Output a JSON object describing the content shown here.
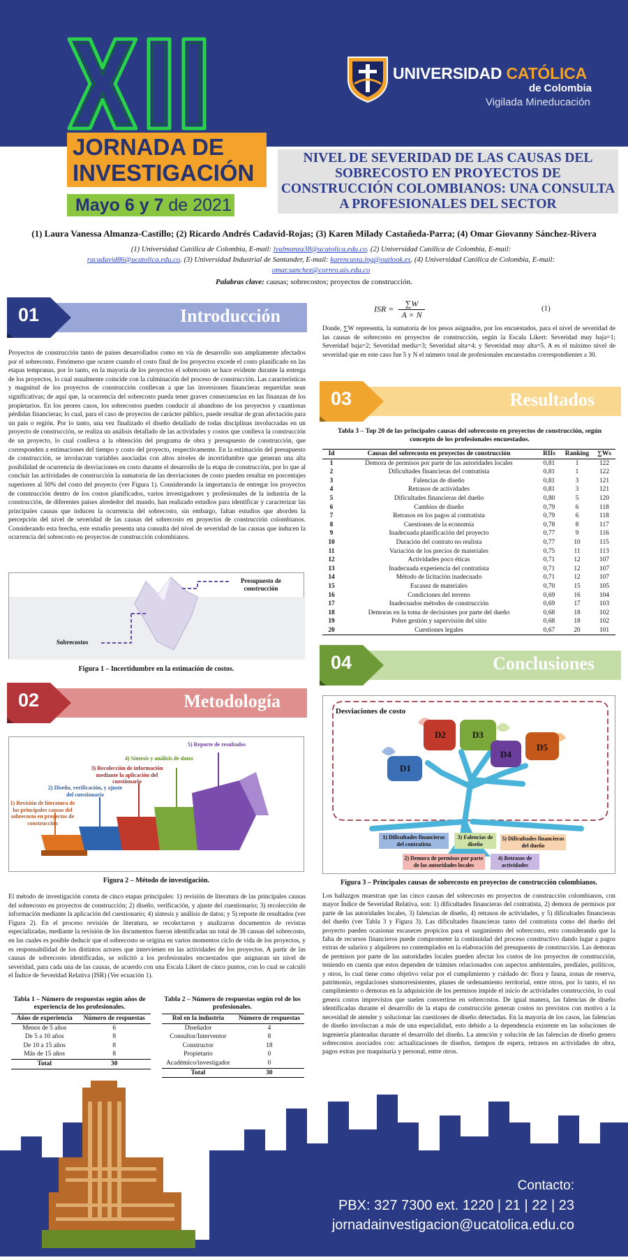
{
  "header": {
    "roman": "XII",
    "jornada_line1": "JORNADA DE",
    "jornada_line2": "INVESTIGACIÓN",
    "date_main": "Mayo 6 y 7",
    "date_year": "de 2021",
    "uni_name_1": "UNIVERSIDAD",
    "uni_name_2": "CATÓLICA",
    "uni_sub": "de Colombia",
    "uni_vigilada": "Vigilada Mineducación",
    "accent_orange": "#f4a32a",
    "accent_green": "#8ac63f",
    "navy": "#2a3a84"
  },
  "paper": {
    "title": "NIVEL DE SEVERIDAD DE LAS CAUSAS DEL SOBRECOSTO EN PROYECTOS DE CONSTRUCCIÓN COLOMBIANOS: UNA CONSULTA A PROFESIONALES DEL SECTOR",
    "authors": "(1) Laura Vanessa Almanza-Castillo; (2) Ricardo Andrés Cadavid-Rojas; (3) Karen Milady Castañeda-Parra; (4) Omar Giovanny Sánchez-Rivera",
    "affil_1": "(1) Universidad Católica de Colombia, E-mail: ",
    "email_1": "lvalmanza38@ucatolica.edu.co",
    "affil_2": ". (2) Universidad Católica de Colombia, E-mail:",
    "email_2": "racadavid86@ucatolica.edu.co",
    "affil_3": ". (3) Universidad Industrial de Santander, E-mail: ",
    "email_3": "karencasta.ing@outlook.es",
    "affil_4": ". (4) Universidad Católica de Colombia, E-mail:",
    "email_4": "omar.sanchez@correo.uis.edu.co",
    "keywords_label": "Palabras clave:",
    "keywords": " causas; sobrecostos; proyectos de construcción."
  },
  "sections": {
    "s1": {
      "num": "01",
      "title": "Introducción"
    },
    "s2": {
      "num": "02",
      "title": "Metodología"
    },
    "s3": {
      "num": "03",
      "title": "Resultados"
    },
    "s4": {
      "num": "04",
      "title": "Conclusiones"
    }
  },
  "intro_text": "Proyectos de construcción tanto de países desarrollados como en vía de desarrollo son ampliamente afectados por el sobrecosto. Fenómeno que ocurre cuando el costo final de los proyectos excede el costo planificado en las etapas tempranas, por lo tanto, en la mayoría de los proyectos el sobrecosto se hace evidente durante la entrega de los proyectos, lo cual usualmente coincide con la culminación del proceso de construcción. Las características y magnitud de los proyectos de construcción conllevan a que las inversiones financieras requeridas sean significativas; de aquí que, la ocurrencia del sobrecosto pueda tener graves consecuencias en las finanzas de los propietarios. En los peores casos, los sobrecostos pueden conducir al abandono de los proyectos y cuantiosas pérdidas financieras; lo cual, para el caso de proyectos de carácter público, puede resultar de gran afectación para un país o región. Por lo tanto, una vez finalizado el diseño detallado de todas disciplinas involucradas en un proyecto de construcción, se realiza un análisis detallado de las actividades y costos que conlleva la construcción de un proyecto, lo cual conlleva a la obtención del programa de obra y presupuesto de construcción, que corresponden a estimaciones del tiempo y costo del proyecto, respectivamente. En la estimación del presupuesto de construcción, se involucran variables asociadas con altos niveles de incertidumbre que generan una alta posibilidad de ocurrencia de desviaciones en costo durante el desarrollo de la etapa de construcción, por lo que al concluir las actividades de construcción la sumatoria de las desviaciones de costo pueden resultar en porcentajes superiores al 50% del costo del proyecto (ver Figura 1). Considerando la importancia de entregar los proyectos de construcción dentro de los costos planificados, varios investigadores y profesionales de la industria de la construcción, de diferentes países alrededor del mundo, han realizado estudios para identificar y caracterizar las principales causas que inducen la ocurrencia del sobrecosto, sin embargo, faltan estudios que aborden la percepción del nivel de severidad de las causas del sobrecosto en proyectos de construcción colombianos. Considerando esta brecha, este estudio presenta una consulta del nivel de severidad de las causas que inducen la ocurrencia del sobrecosto en proyectos de construcción colombianos.",
  "fig1": {
    "label_top": "Presupuesto de construcción",
    "label_bottom": "Sobrecostos",
    "caption": "Figura 1 – Incertidumbre en la estimación de costos."
  },
  "fig2": {
    "steps": [
      {
        "n": "1) ",
        "label": "Revisión de literatura de las principales causas del sobrecosto en proyectos de construcción",
        "color": "#d9661e"
      },
      {
        "n": "2) ",
        "label": "Diseño, verificación, y ajuste del cuestionario",
        "color": "#2e5ea3"
      },
      {
        "n": "3) ",
        "label": "Recolección de información mediante la aplicación del cuestionario",
        "color": "#b52a2a"
      },
      {
        "n": "4) ",
        "label": "Síntesis y análisis de datos",
        "color": "#6c9a2a"
      },
      {
        "n": "5) ",
        "label": "Reporte de resultados",
        "color": "#6a3d9a"
      }
    ],
    "caption": "Figura 2 – Método de investigación."
  },
  "method_text": "El método de investigación consta de cinco etapas principales: 1) revisión de literatura de las principales causas del sobrecosto en proyectos de construcción; 2) diseño, verificación, y ajuste del cuestionario; 3) recolección de información mediante la aplicación del cuestionario; 4) síntesis y análisis de datos; y 5) reporte de resultados (ver Figura 2). En el proceso revisión de literatura, se recolectaron y analizaron documentos de revistas especializadas, mediante la revisión de los documentos fueron identificadas un total de 38 causas del sobrecosto, en las cuales es posible deducir que el sobrecosto se origina en varios momentos ciclo de vida de los proyectos, y es responsabilidad de los distintos actores que intervienen en las actividades de los proyectos. A partir de las causas de sobrecosto identificadas, se solicitó a los profesionales encuestados que asignaran un nivel de severidad, para cada una de las causas, de acuerdo con una Escala Likert de cinco puntos, con lo cual se calculó el Índice de Severidad Relativa (ISR) (Ver ecuación 1).",
  "table1": {
    "title": "Tabla 1 – Número de respuestas según años de experiencia de los profesionales.",
    "headers": [
      "Años de experiencia",
      "Número de respuestas"
    ],
    "rows": [
      [
        "Menos de 5 años",
        "6"
      ],
      [
        "De 5 a 10 años",
        "8"
      ],
      [
        "De 10 a 15 años",
        "8"
      ],
      [
        "Más de 15 años",
        "8"
      ]
    ],
    "total": [
      "Total",
      "30"
    ]
  },
  "table2": {
    "title": "Tabla 2 – Número de respuestas según rol de los profesionales.",
    "headers": [
      "Rol en la industria",
      "Número de respuestas"
    ],
    "rows": [
      [
        "Diseñador",
        "4"
      ],
      [
        "Consultor/Interventor",
        "8"
      ],
      [
        "Constructor",
        "18"
      ],
      [
        "Propietario",
        "0"
      ],
      [
        "Académico/investigador",
        "0"
      ]
    ],
    "total": [
      "Total",
      "30"
    ]
  },
  "equation": {
    "lhs": "ISR =",
    "num": "∑W",
    "den": "A × N",
    "tag": "(1)",
    "explanation": "Donde, ∑W representa, la sumatoria de los pesos asignados, por los encuestados, para el nivel de severidad de las causas de sobrecosto en proyectos de construcción, según la Escala Likert: Severidad muy baja=1; Severidad baja=2; Severidad media=3; Severidad alta=4; y Severidad muy alta=5. A es el máximo nivel de severidad que en este caso fue 5 y N el número total de profesionales encuestados correspondientes a 30."
  },
  "table3": {
    "title": "Tabla 3 – Top 20 de las principales causas del sobrecosto en proyectos de construcción, según concepto de los profesionales encuestados.",
    "headers": [
      "Id",
      "Causas del sobrecosto en proyectos de construcción",
      "RIIs",
      "Ranking",
      "∑Ws"
    ],
    "rows": [
      [
        "1",
        "Demora de permisos por parte de las autoridades locales",
        "0,81",
        "1",
        "122"
      ],
      [
        "2",
        "Dificultades financieras del contratista",
        "0,81",
        "1",
        "122"
      ],
      [
        "3",
        "Falencias de diseño",
        "0,81",
        "3",
        "121"
      ],
      [
        "4",
        "Retrasos de actividades",
        "0,81",
        "3",
        "121"
      ],
      [
        "5",
        "Dificultades financieras del dueño",
        "0,80",
        "5",
        "120"
      ],
      [
        "6",
        "Cambios de diseño",
        "0,79",
        "6",
        "118"
      ],
      [
        "7",
        "Retrasos en los pagos al contratista",
        "0,79",
        "6",
        "118"
      ],
      [
        "8",
        "Cuestiones de la economía",
        "0,78",
        "8",
        "117"
      ],
      [
        "9",
        "Inadecuada planificación del proyecto",
        "0,77",
        "9",
        "116"
      ],
      [
        "10",
        "Duración del contrato no realista",
        "0,77",
        "10",
        "115"
      ],
      [
        "11",
        "Variación de los precios de materiales",
        "0,75",
        "11",
        "113"
      ],
      [
        "12",
        "Actividades poco éticas",
        "0,71",
        "12",
        "107"
      ],
      [
        "13",
        "Inadecuada experiencia del contratista",
        "0,71",
        "12",
        "107"
      ],
      [
        "14",
        "Método de licitación inadecuado",
        "0,71",
        "12",
        "107"
      ],
      [
        "15",
        "Escasez de materiales",
        "0,70",
        "15",
        "105"
      ],
      [
        "16",
        "Condiciones del terreno",
        "0,69",
        "16",
        "104"
      ],
      [
        "17",
        "Inadecuados métodos de construcción",
        "0,69",
        "17",
        "103"
      ],
      [
        "18",
        "Demoras en la toma de decisiones por parte del dueño",
        "0,68",
        "18",
        "102"
      ],
      [
        "19",
        "Pobre gestión y supervisión del sitio",
        "0,68",
        "18",
        "102"
      ],
      [
        "20",
        "Cuestiones legales",
        "0,67",
        "20",
        "101"
      ]
    ]
  },
  "fig3": {
    "title": "Desviaciones de costo",
    "d1": "D1",
    "d2": "D2",
    "d3": "D3",
    "d4": "D4",
    "d5": "D5",
    "labels": [
      {
        "text": "1) Dificultades financieras del contratista",
        "color": "#9db8e0"
      },
      {
        "text": "2) Demora de permisos por parte de las autoridades locales",
        "color": "#f3b9b4"
      },
      {
        "text": "3) Falencias de diseño",
        "color": "#cfe3a8"
      },
      {
        "text": "4) Retrasos de actividades",
        "color": "#c9b8e3"
      },
      {
        "text": "5) Dificultades financieras del dueño",
        "color": "#f8d3b0"
      }
    ],
    "caption": "Figura 3 – Principales causas de sobrecosto en proyectos de construcción colombianos."
  },
  "conclusion_text": "Los hallazgos muestran que las cinco causas del sobrecosto en proyectos de construcción colombianos, con mayor Índice de Severidad Relativa, son: 1) dificultades financieras del contratista, 2) demora de permisos por parte de las autoridades locales, 3) falencias de diseño, 4) retrasos de actividades, y 5) dificultades financieras del dueño (ver Tabla 3 y Figura 3). Las dificultades financieras tanto del contratista como del dueño del proyecto pueden ocasionar escaseces propicios para el surgimiento del sobrecosto, esto considerando que la falta de recursos financieros puede comprometer la continuidad del proceso constructivo dando lugar a pagos extras de salarios y alquileres no contemplados en la elaboración del presupuesto de construcción. Las demoras de permisos por parte de las autoridades locales pueden afectar los costos de los proyectos de construcción, teniendo en cuenta que estos dependen de trámites relacionados con aspectos ambientales, prediales, políticos, y otros, lo cual tiene como objetivo velar por el cumplimiento y cuidado de: flora y fauna, zonas de reserva, patrimonio, regulaciones sismorresistentes, planes de ordenamiento territorial, entre otros, por lo tanto, el no cumplimiento o demoras en la adquisición de los permisos impide el inicio de actividades construcción, lo cual genera costos imprevistos que suelen convertirse en sobrecostos. De igual manera, las falencias de diseño identificadas durante el desarrollo de la etapa de construcción generan costos no previstos con motivo a la necesidad de atender y solucionar las cuestiones de diseño detectadas. En la mayoría de los casos, las falencias de diseño involucran a más de una especialidad, esto debido a la dependencia existente en las soluciones de ingeniería planteadas durante el desarrollo del diseño. La atención y solución de las falencias de diseño genera sobrecostos asociados con: actualizaciones de diseños, tiempos de espera, retrasos en actividades de obra, pagos extras por maquinaria y personal, entre otros.",
  "footer": {
    "contact_title": "Contacto:",
    "pbx": "PBX: 327 7300 ext. 1220 | 21 | 22 | 23",
    "email": "jornadainvestigacion@ucatolica.edu.co"
  }
}
